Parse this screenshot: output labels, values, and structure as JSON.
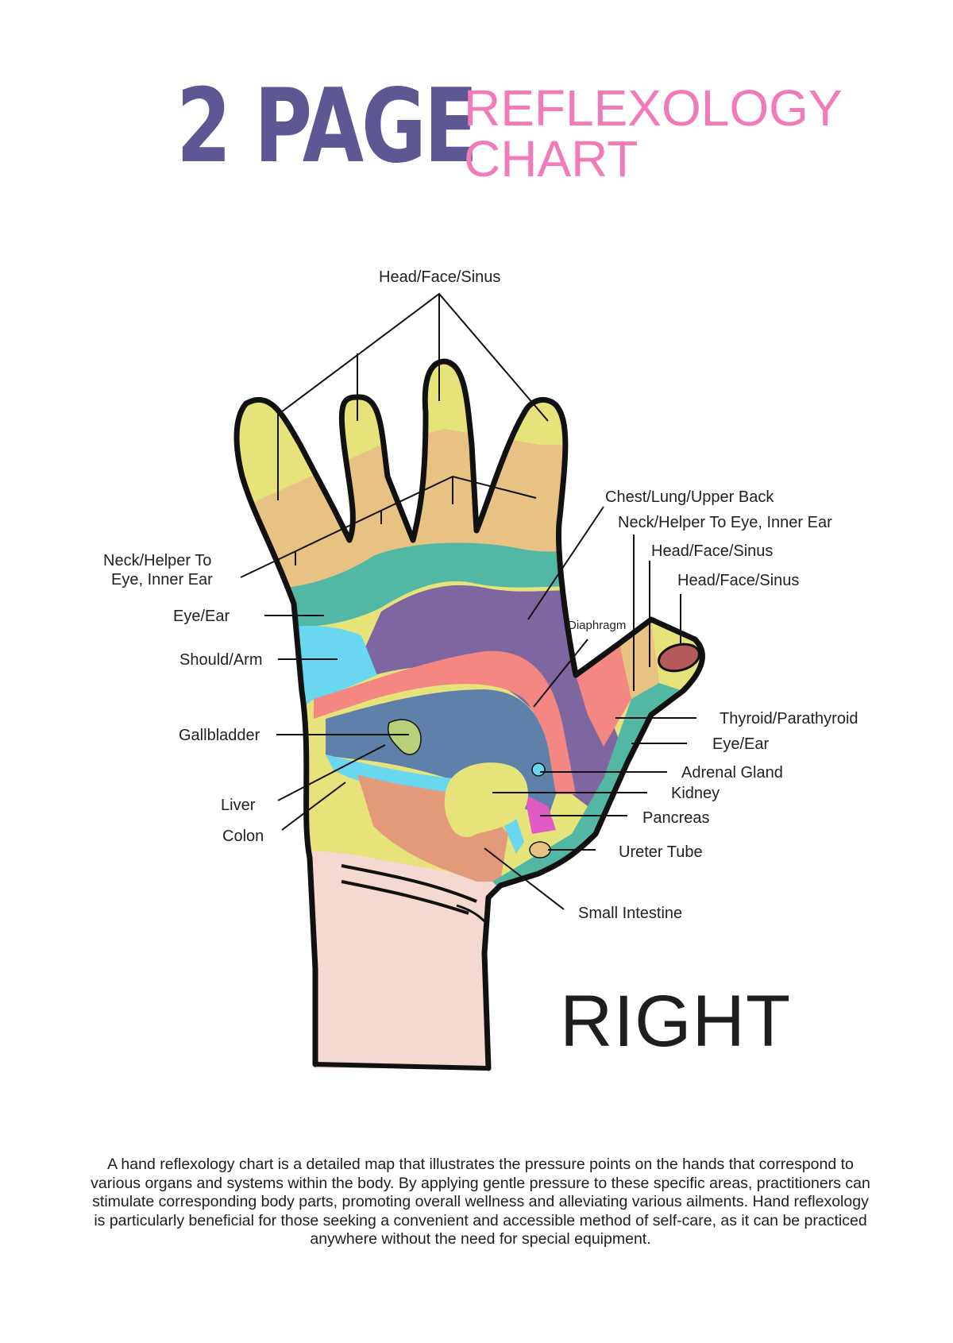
{
  "header": {
    "title_main": "2 PAGE",
    "title_line1": "REFLEXOLOGY",
    "title_line2": "CHART"
  },
  "colors": {
    "title_main": "#5d5793",
    "title_sub": "#f27ab9",
    "zone_yellow": "#e6e37b",
    "zone_tan": "#e8c283",
    "zone_teal": "#52b7a3",
    "zone_purple": "#7e67a0",
    "zone_cyan": "#6ad7f0",
    "zone_salmon": "#f48781",
    "zone_blue": "#5f80a9",
    "zone_orange": "#e39a7a",
    "zone_pink": "#f5d8d2",
    "zone_magenta": "#e05bc5",
    "zone_olive": "#b8d07a"
  },
  "labels": {
    "head_face_sinus_top": "Head/Face/Sinus",
    "chest_lung": "Chest/Lung/Upper Back",
    "neck_helper_right": "Neck/Helper To Eye, Inner Ear",
    "head_face_sinus_r1": "Head/Face/Sinus",
    "head_face_sinus_r2": "Head/Face/Sinus",
    "neck_helper_left_1": "Neck/Helper To",
    "neck_helper_left_2": "Eye, Inner Ear",
    "diaphragm": "Diaphragm",
    "eye_ear_left": "Eye/Ear",
    "should_arm": "Should/Arm",
    "thyroid": "Thyroid/Parathyroid",
    "eye_ear_right": "Eye/Ear",
    "gallbladder": "Gallbladder",
    "adrenal": "Adrenal Gland",
    "kidney": "Kidney",
    "liver": "Liver",
    "pancreas": "Pancreas",
    "colon": "Colon",
    "ureter": "Ureter Tube",
    "small_intestine": "Small Intestine"
  },
  "side": "RIGHT",
  "description": "A hand reflexology chart is a detailed map that illustrates the pressure points on the hands that correspond to various organs and systems within the body. By applying gentle pressure to these specific areas, practitioners can stimulate corresponding body parts, promoting overall wellness and alleviating various ailments. Hand reflexology is particularly beneficial for those seeking a convenient and accessible method of self-care, as it can be practiced anywhere without the need for special equipment."
}
